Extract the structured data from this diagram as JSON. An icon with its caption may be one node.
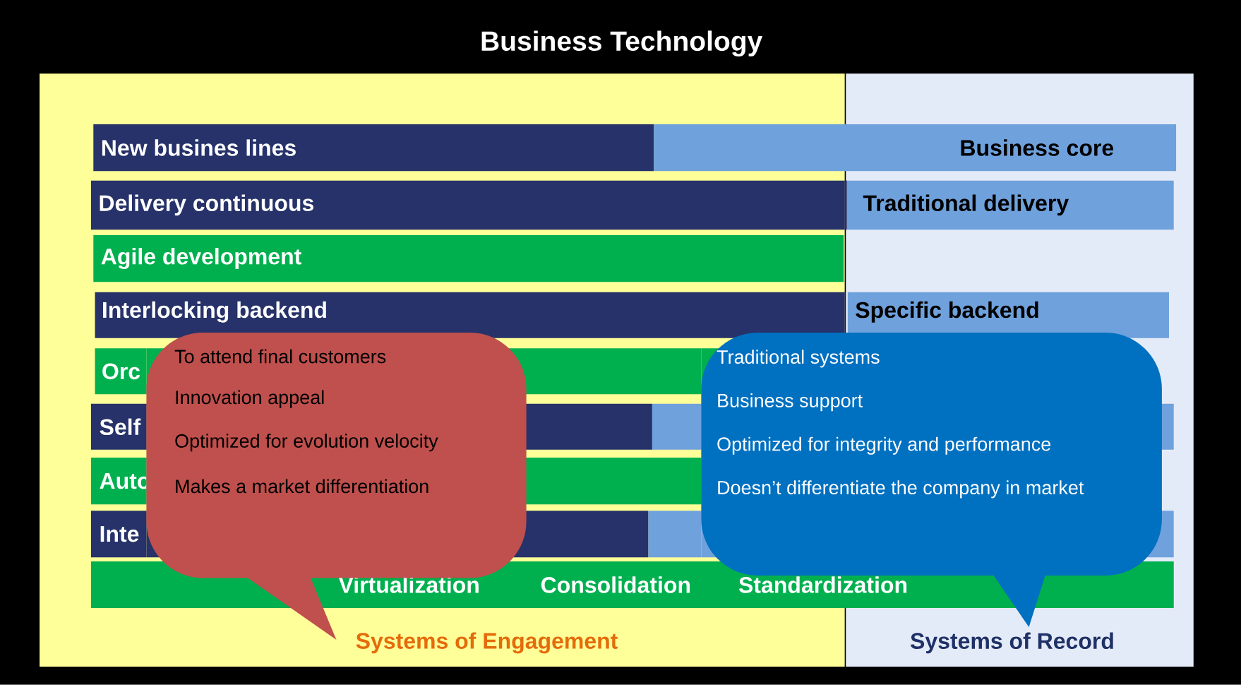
{
  "diagram": {
    "title": "Business Technology",
    "nodes": [
      {
        "text": [
          "Systems of Engagement"
        ]
      },
      {
        "text": [
          "Systems of Record"
        ]
      },
      {
        "text": [
          "New busines lines"
        ],
        "in": 0
      },
      {
        "text": [
          "Business core"
        ]
      },
      {
        "text": [
          "Delivery continuous"
        ],
        "in": 0
      },
      {
        "text": [
          "Traditional delivery"
        ],
        "in": 1
      },
      {
        "text": [
          "Agile development"
        ],
        "in": 0
      },
      {
        "text": [
          "Interlocking backend"
        ],
        "in": 0
      },
      {
        "text": [
          "Specific backend"
        ],
        "in": 1
      },
      {
        "text": [
          "Orc"
        ],
        "in": 0
      },
      {
        "text": [
          "Self"
        ],
        "in": 0
      },
      {
        "text": [],
        "shape": "bar",
        "in": 0
      },
      {
        "text": [
          "Auto"
        ],
        "in": 0
      },
      {
        "text": [
          "Inte"
        ],
        "in": 0
      },
      {
        "text": [],
        "shape": "bar",
        "in": 0
      },
      {
        "text": [
          "Virtualization",
          "Consolidation",
          "Standardization"
        ]
      },
      {
        "in": 0,
        "text": [
          "To attend final customers",
          "Innovation appeal",
          "Optimized for evolution velocity",
          "Makes a market differentiation"
        ]
      },
      {
        "text": [
          "Traditional systems",
          "Business support",
          "Optimized for integrity and performance",
          "Doesn’t differentiate the company in market"
        ]
      }
    ]
  }
}
